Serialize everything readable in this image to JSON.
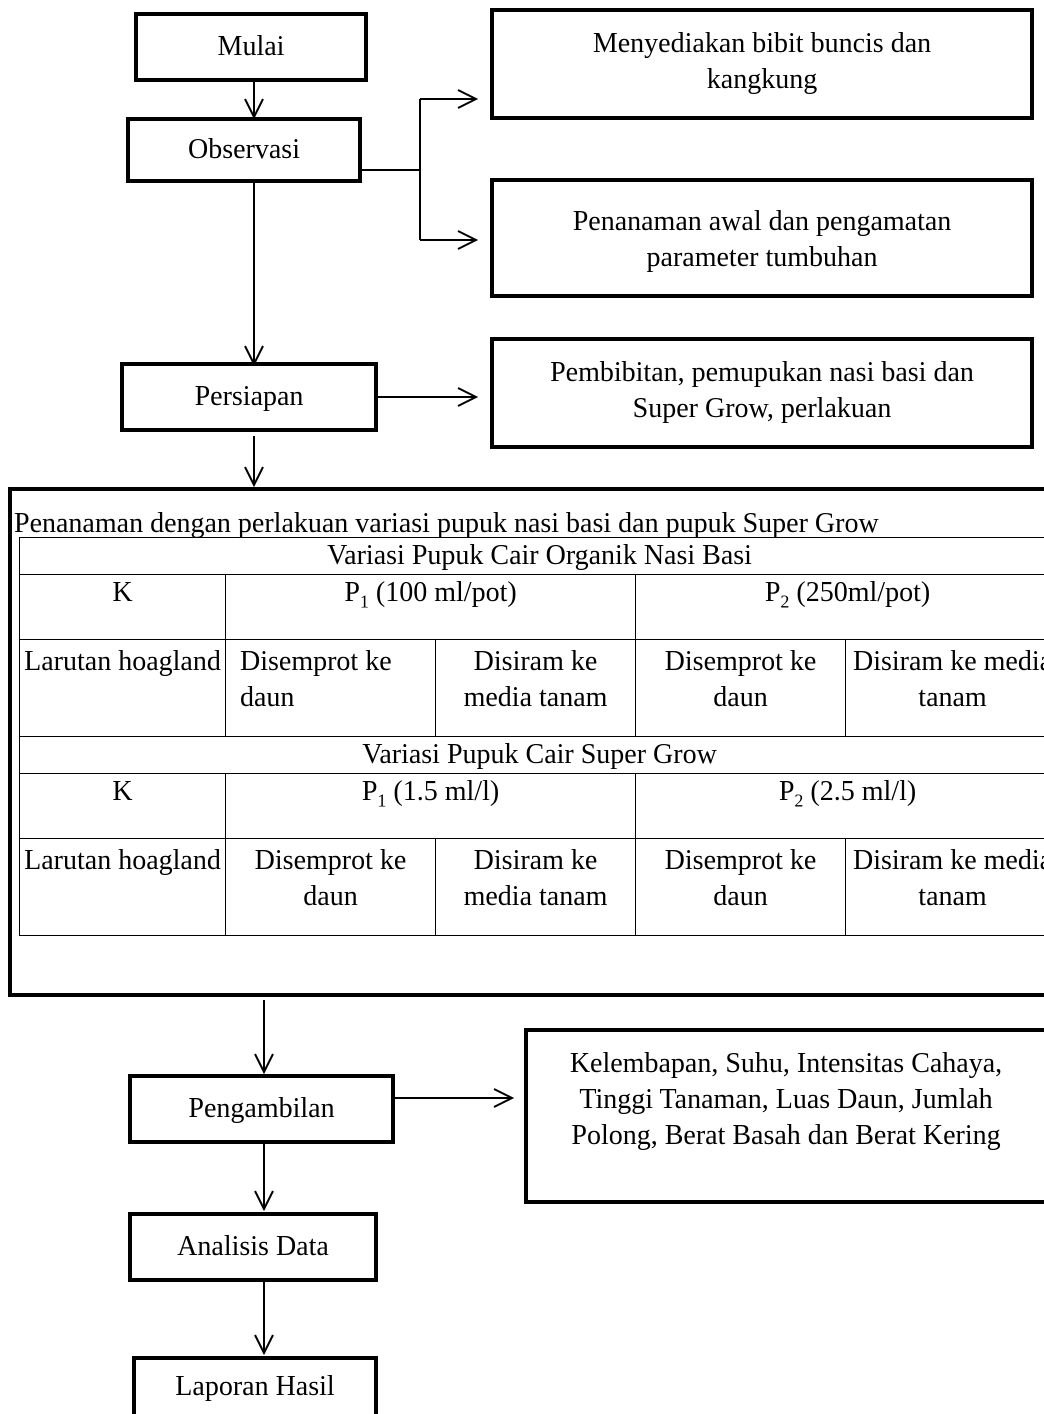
{
  "flow": {
    "mulai": "Mulai",
    "observasi": "Observasi",
    "obs_out_1": "Menyediakan bibit buncis dan kangkung",
    "obs_out_2": "Penanaman awal dan pengamatan parameter tumbuhan",
    "persiapan": "Persiapan",
    "persiapan_out": "Pembibitan, pemupukan nasi basi dan Super Grow, perlakuan",
    "penanaman_title": "Penanaman dengan perlakuan variasi pupuk nasi basi dan pupuk Super Grow",
    "pengambilan": "Pengambilan",
    "pengambilan_out": "Kelembapan, Suhu, Intensitas Cahaya, Tinggi Tanaman, Luas Daun, Jumlah Polong, Berat Basah dan Berat Kering",
    "analisis": "Analisis Data",
    "laporan": "Laporan Hasil"
  },
  "table": {
    "sections": [
      {
        "title": "Variasi Pupuk Cair Organik Nasi Basi",
        "control": "K",
        "p1_label": "P",
        "p1_sub": "1",
        "p1_dose": " (100 ml/pot)",
        "p2_label": "P",
        "p2_sub": "2",
        "p2_dose": " (250ml/pot)",
        "control_method": "Larutan hoagland",
        "p1_m1": "Disemprot ke daun",
        "p1_m2": "Disiram ke media tanam",
        "p2_m1": "Disemprot ke daun",
        "p2_m2": "Disiram ke media tanam"
      },
      {
        "title": "Variasi Pupuk Cair Super Grow",
        "control": "K",
        "p1_label": "P",
        "p1_sub": "1",
        "p1_dose": " (1.5 ml/l)",
        "p2_label": "P",
        "p2_sub": "2",
        "p2_dose": " (2.5 ml/l)",
        "control_method": "Larutan hoagland",
        "p1_m1": "Disemprot ke daun",
        "p1_m2": "Disiram ke media tanam",
        "p2_m1": "Disemprot ke daun",
        "p2_m2": "Disiram ke media tanam"
      }
    ]
  }
}
